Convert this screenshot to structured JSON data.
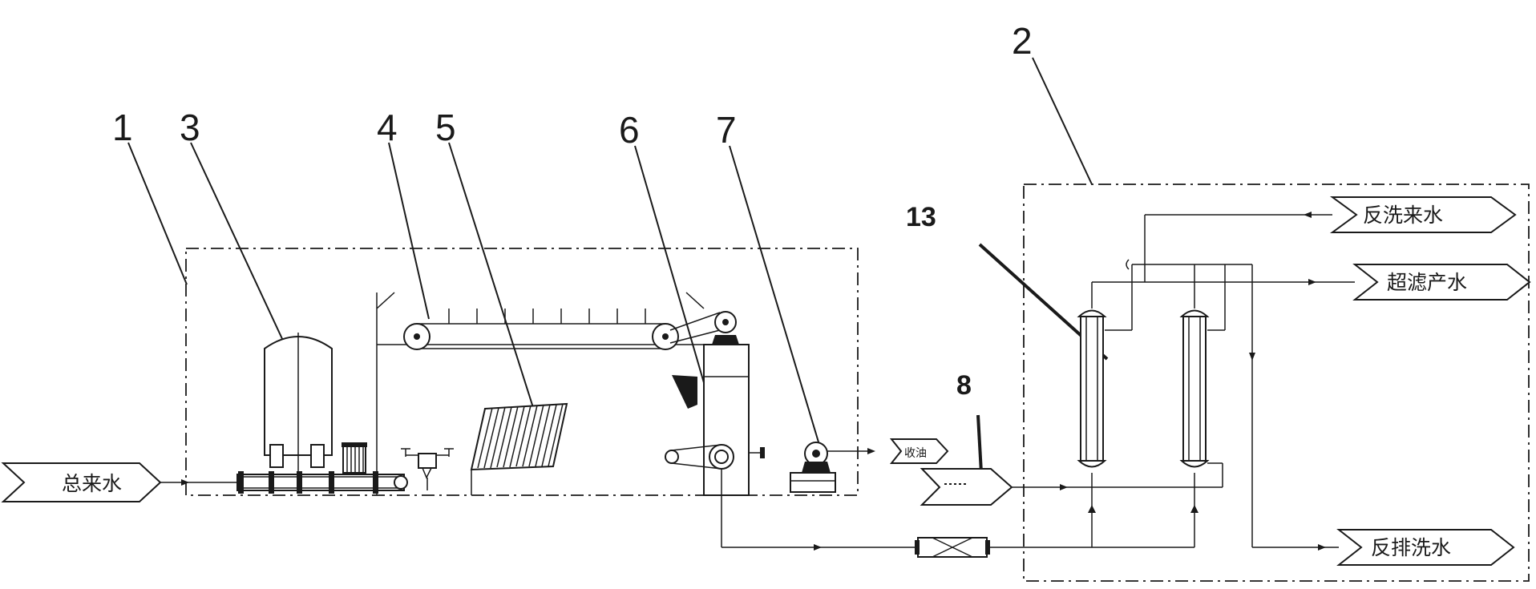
{
  "numbers": {
    "n1": "1",
    "n2": "2",
    "n3": "3",
    "n4": "4",
    "n5": "5",
    "n6": "6",
    "n7": "7",
    "n8": "8",
    "n13": "13"
  },
  "labels": {
    "total_inflow": "总来水",
    "backwash_inflow": "反洗来水",
    "uf_product": "超滤产水",
    "backwash_drain": "反排洗水",
    "collect_oil": "收油"
  }
}
